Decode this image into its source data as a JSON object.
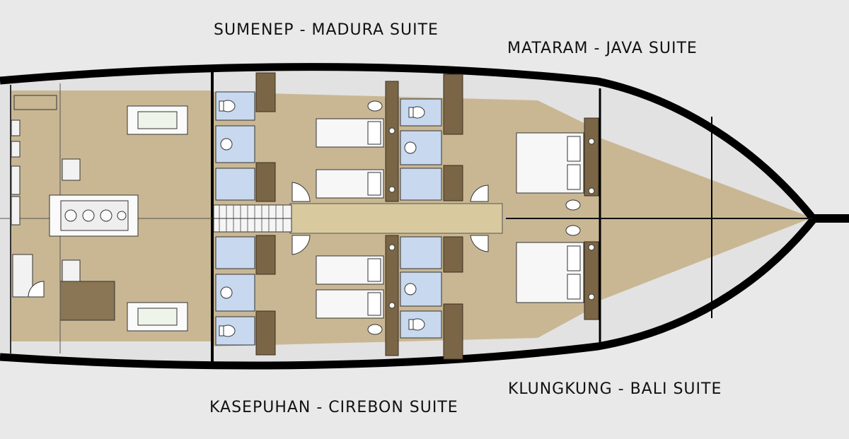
{
  "suites": {
    "madura": "SUMENEP - MADURA SUITE",
    "java": "MATARAM - JAVA SUITE",
    "bali": "KLUNGKUNG - BALI SUITE",
    "cirebon": "KASEPUHAN - CIREBON SUITE"
  },
  "colors": {
    "background": "#e9e9e9",
    "floor": "#c9b794",
    "wood": "#7a6646",
    "bathroom": "#c7d8ef",
    "hull": "#000000"
  }
}
